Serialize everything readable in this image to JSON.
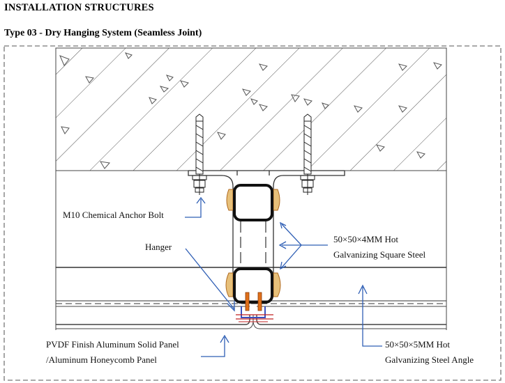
{
  "header": {
    "title": "INSTALLATION  STRUCTURES",
    "subtitle": "Type 03 - Dry Hanging System (Seamless Joint)"
  },
  "labels": {
    "anchor_bolt": "M10 Chemical Anchor Bolt",
    "hanger": "Hanger",
    "square_steel_line1": "50×50×4MM Hot",
    "square_steel_line2": "Galvanizing Square Steel",
    "panel_line1": "PVDF Finish Aluminum Solid Panel",
    "panel_line2": "/Aluminum Honeycomb Panel",
    "angle_line1": "50×50×5MM Hot",
    "angle_line2": "Galvanizing Steel Angle"
  },
  "colors": {
    "leader": "#2f5fb5",
    "weld": "#c8862a",
    "bolt_tip": "#e0701a",
    "clip": "#3a4fc0",
    "pin": "#c02020"
  }
}
